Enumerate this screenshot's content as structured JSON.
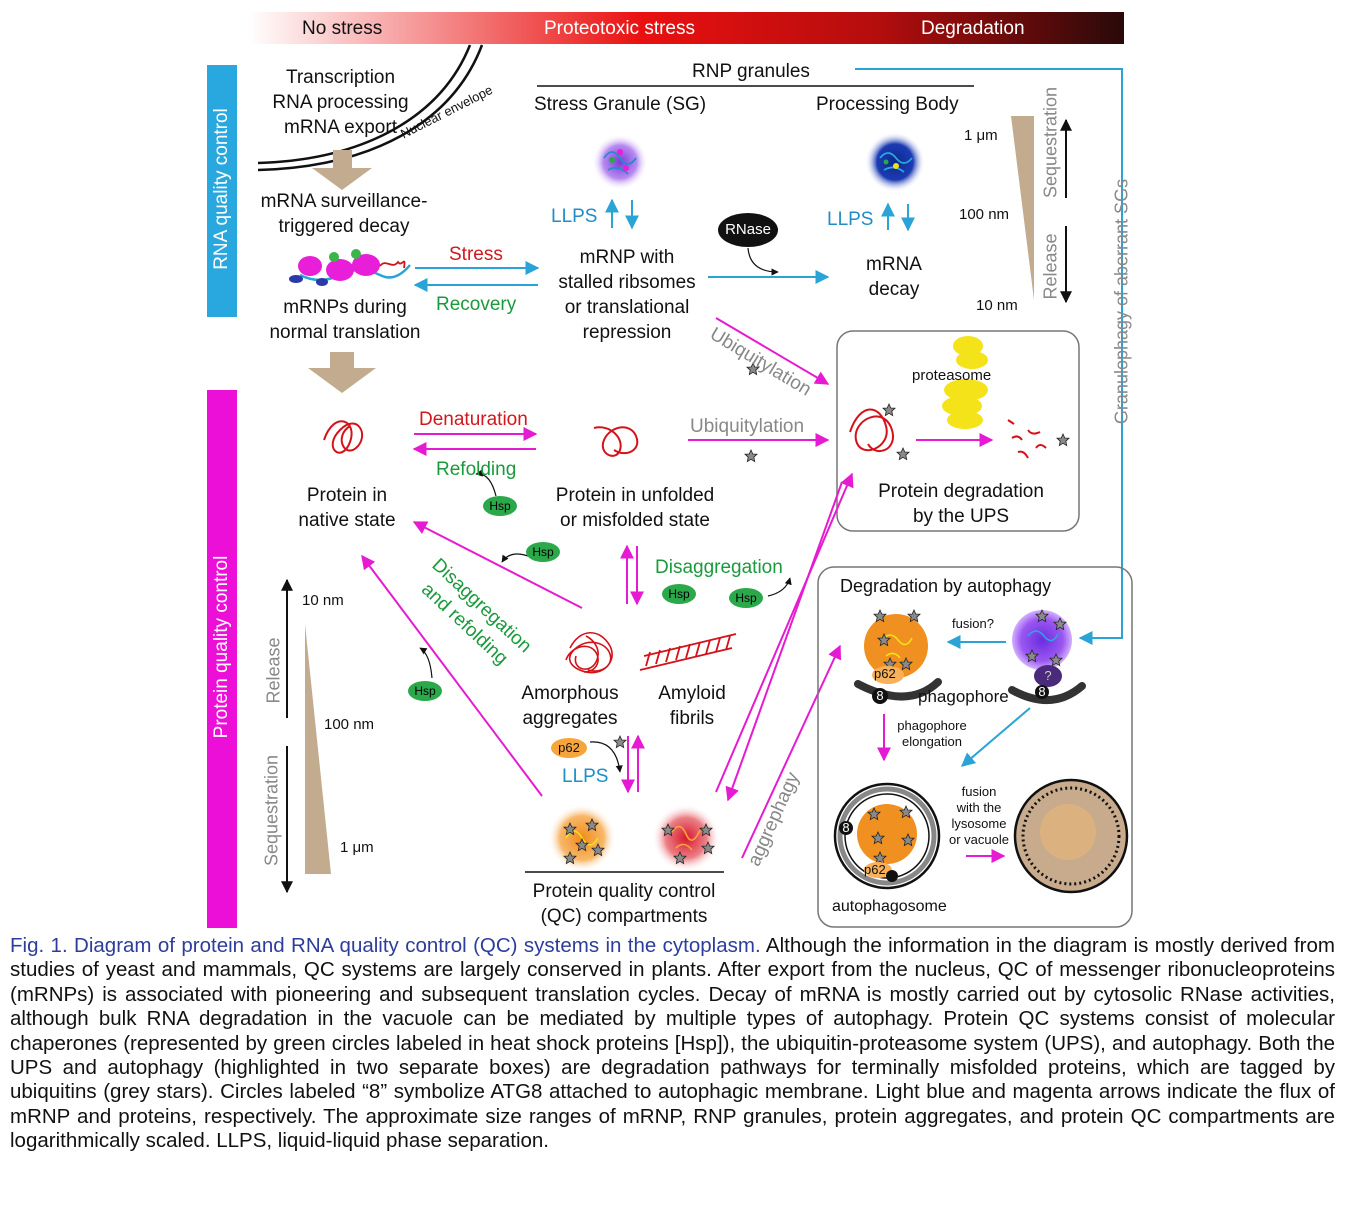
{
  "stress_bar": {
    "no_stress": "No stress",
    "proteotoxic": "Proteotoxic stress",
    "degradation": "Degradation"
  },
  "side_tabs": {
    "rna_qc": "RNA quality control",
    "protein_qc": "Protein quality control"
  },
  "rna": {
    "transcription": [
      "Transcription",
      "RNA processing",
      "mRNA export"
    ],
    "nuclear_envelope": "Nuclear envelope",
    "surveillance": [
      "mRNA surveillance-",
      "triggered decay"
    ],
    "normal_translation": [
      "mRNPs during",
      "normal translation"
    ],
    "stress": "Stress",
    "recovery": "Recovery",
    "stalled": [
      "mRNP with",
      "stalled ribsomes",
      "or translational",
      "repression"
    ],
    "rnp_granules": "RNP granules",
    "stress_granule": "Stress Granule (SG)",
    "processing_body": "Processing Body",
    "llps_sg": "LLPS",
    "llps_pb": "LLPS",
    "rnase": "RNase",
    "mrna_decay": [
      "mRNA",
      "decay"
    ],
    "size_1um": "1 μm",
    "size_100nm": "100 nm",
    "size_10nm": "10 nm",
    "sequestration": "Sequestration",
    "release": "Release",
    "granulophagy": "Granulophagy of aberrant SGs",
    "ubiquitylation_top": "Ubiquitylation"
  },
  "protein": {
    "native": [
      "Protein in",
      "native state"
    ],
    "denaturation": "Denaturation",
    "refolding": "Refolding",
    "unfolded": [
      "Protein in unfolded",
      "or misfolded state"
    ],
    "ubiquitylation": "Ubiquitylation",
    "proteasome": "proteasome",
    "ups": [
      "Protein degradation",
      "by the UPS"
    ],
    "disaggregation": "Disaggregation",
    "disagg_refold": [
      "Disaggregation",
      "and refolding"
    ],
    "amorphous": [
      "Amorphous",
      "aggregates"
    ],
    "amyloid": [
      "Amyloid",
      "fibrils"
    ],
    "p62": "p62",
    "llps": "LLPS",
    "qc_compartments": [
      "Protein quality control",
      "(QC) compartments"
    ],
    "aggrephagy": "aggrephagy",
    "hsp": "Hsp",
    "size_10nm": "10 nm",
    "size_100nm": "100 nm",
    "size_1um": "1 μm",
    "release": "Release",
    "sequestration": "Sequestration"
  },
  "autophagy": {
    "title": "Degradation by autophagy",
    "fusion_q": "fusion?",
    "phagophore": "phagophore",
    "elongation": [
      "phagophore",
      "elongation"
    ],
    "fusion_lyso": [
      "fusion",
      "with the",
      "lysosome",
      "or vacuole"
    ],
    "autophagosome": "autophagosome",
    "atg8": "8",
    "unknown": "?",
    "p62": "p62"
  },
  "caption": {
    "head": "Fig. 1. Diagram of protein and RNA quality control (QC) systems in the cytoplasm.",
    "body": " Although the information in the diagram is mostly derived from studies of yeast and mammals, QC systems are largely conserved in plants. After export from the nucleus, QC of messenger ribonucleoproteins (mRNPs) is associated with pioneering and subsequent translation cycles. Decay of mRNA is mostly carried out by cytosolic RNase activities, although bulk RNA degradation in the vacuole can be mediated by multiple types of autophagy. Protein QC systems consist of molecular chaperones (represented by green circles labeled in heat shock proteins [Hsp]), the ubiquitin-proteasome system (UPS), and autophagy. Both the UPS and autophagy (highlighted in two separate boxes) are degradation pathways for terminally misfolded proteins, which are tagged by ubiquitins (grey stars). Circles labeled “8” symbolize ATG8 attached to autophagic membrane. Light blue and magenta arrows indicate the flux of mRNP and proteins, respectively. The approximate size ranges of mRNP, RNP granules, protein aggregates, and protein QC compartments are logarithmically scaled. LLPS, liquid-liquid phase separation."
  },
  "colors": {
    "rna_tab": "#29a8df",
    "protein_tab": "#ec0fd7",
    "magenta_arrow": "#e61ad2",
    "blue_arrow": "#2aa3d6",
    "tan": "#c3ab8f",
    "protein_red": "#d3121a",
    "hsp_green": "#2aa84a",
    "p62_orange": "#f5a53c",
    "caption_head": "#2d3d9c"
  }
}
